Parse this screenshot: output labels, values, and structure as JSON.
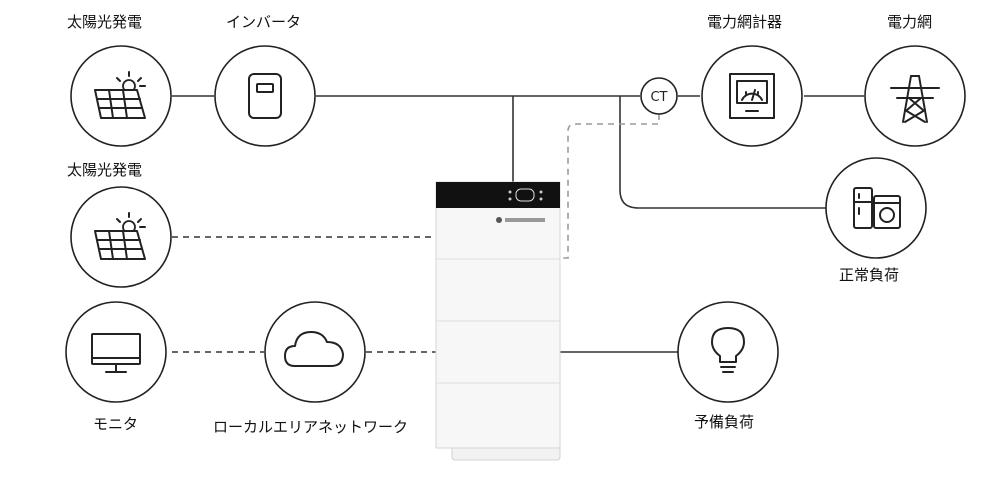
{
  "labels": {
    "solar_top": "太陽光発電",
    "inverter": "インバータ",
    "meter": "電力網計器",
    "grid": "電力網",
    "solar_mid": "太陽光発電",
    "normal_load": "正常負荷",
    "monitor": "モニタ",
    "lan": "ローカルエリアネットワーク",
    "backup_load": "予備負荷",
    "ct": "CT"
  },
  "icons": {
    "solar_top": "solar-panel-icon",
    "inverter": "inverter-icon",
    "meter": "meter-gauge-icon",
    "grid": "power-tower-icon",
    "solar_mid": "solar-panel-icon",
    "normal_load": "appliance-icon",
    "monitor": "monitor-icon",
    "lan": "cloud-icon",
    "backup_load": "lightbulb-icon"
  }
}
